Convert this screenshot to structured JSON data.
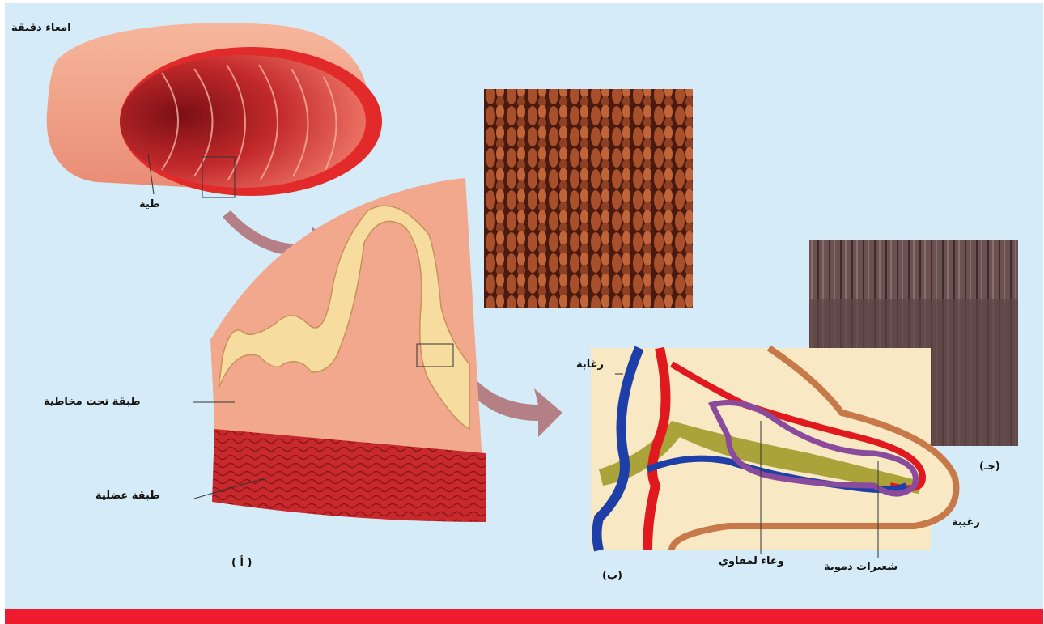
{
  "labels": {
    "small_intestine": "امعاء دقيقة",
    "fold": "طية",
    "submucosa": "طبقة تحت مخاطية",
    "muscle_layer": "طبقة عضلية",
    "panel_a": "( أ )",
    "villus_label": "زغابة",
    "lymph_vessel": "وعاء لمفاوي",
    "capillaries": "شعيرات دموية",
    "panel_b": "(ب)",
    "panel_c": "(جـ)",
    "microvilli": "زغيبة"
  },
  "colors": {
    "panel_bg": "#d5ecf8",
    "bottom_bar": "#ee1c2e",
    "tissue_pink": "#f1a88c",
    "villus_cream": "#f7dca0",
    "muscle_red": "#c8292c",
    "artery_red": "#e0191f",
    "vein_blue": "#1e3fa8",
    "lymph_olive": "#a9a33a",
    "capillary_purple": "#8a4b9c",
    "arrow_mauve": "#b57f86",
    "micrograph_brown": "#7a3a22",
    "micrograph_gray": "#6b5150"
  }
}
